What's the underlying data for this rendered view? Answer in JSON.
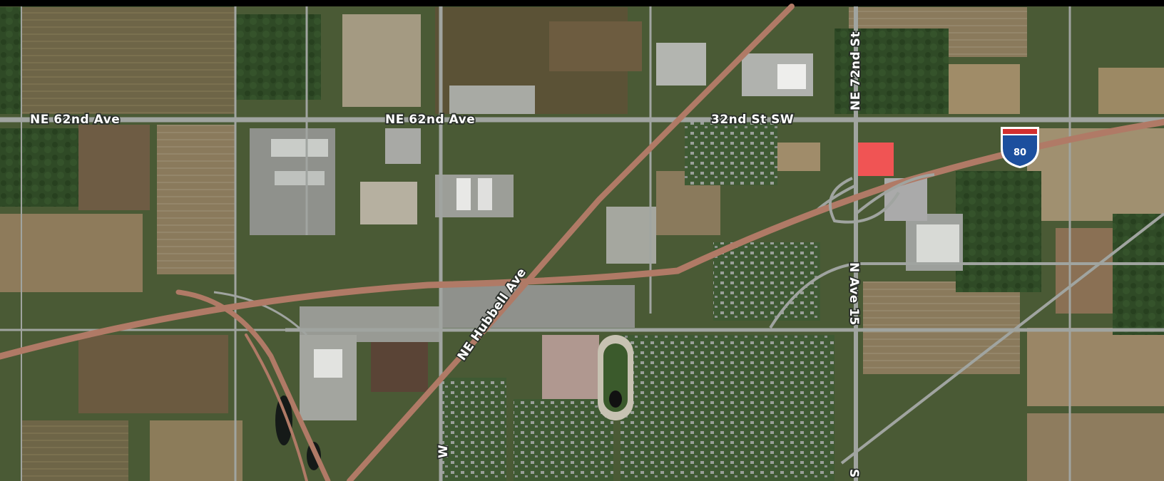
{
  "map": {
    "type": "satellite",
    "colors": {
      "highway": "#b07a66",
      "road": "#a0a4a0",
      "marker": "#f05454",
      "shield_blue": "#1c4f9e",
      "shield_red": "#d22f2f"
    },
    "road_labels": [
      {
        "id": "ne-62nd-ave-west",
        "text": "NE 62nd Ave"
      },
      {
        "id": "ne-62nd-ave-center",
        "text": "NE 62nd Ave"
      },
      {
        "id": "32nd-st-sw",
        "text": "32nd St SW"
      },
      {
        "id": "ne-72nd-st",
        "text": "NE 72nd St"
      },
      {
        "id": "ne-hubbell-ave",
        "text": "NE Hubbell Ave"
      },
      {
        "id": "n-ave-15",
        "text": "N Ave 15"
      },
      {
        "id": "s-label-bottom",
        "text": "S"
      },
      {
        "id": "w-label-bottom",
        "text": "W"
      }
    ],
    "interstate_shield": {
      "number": "80"
    },
    "marker": {
      "label": "location-marker"
    }
  }
}
